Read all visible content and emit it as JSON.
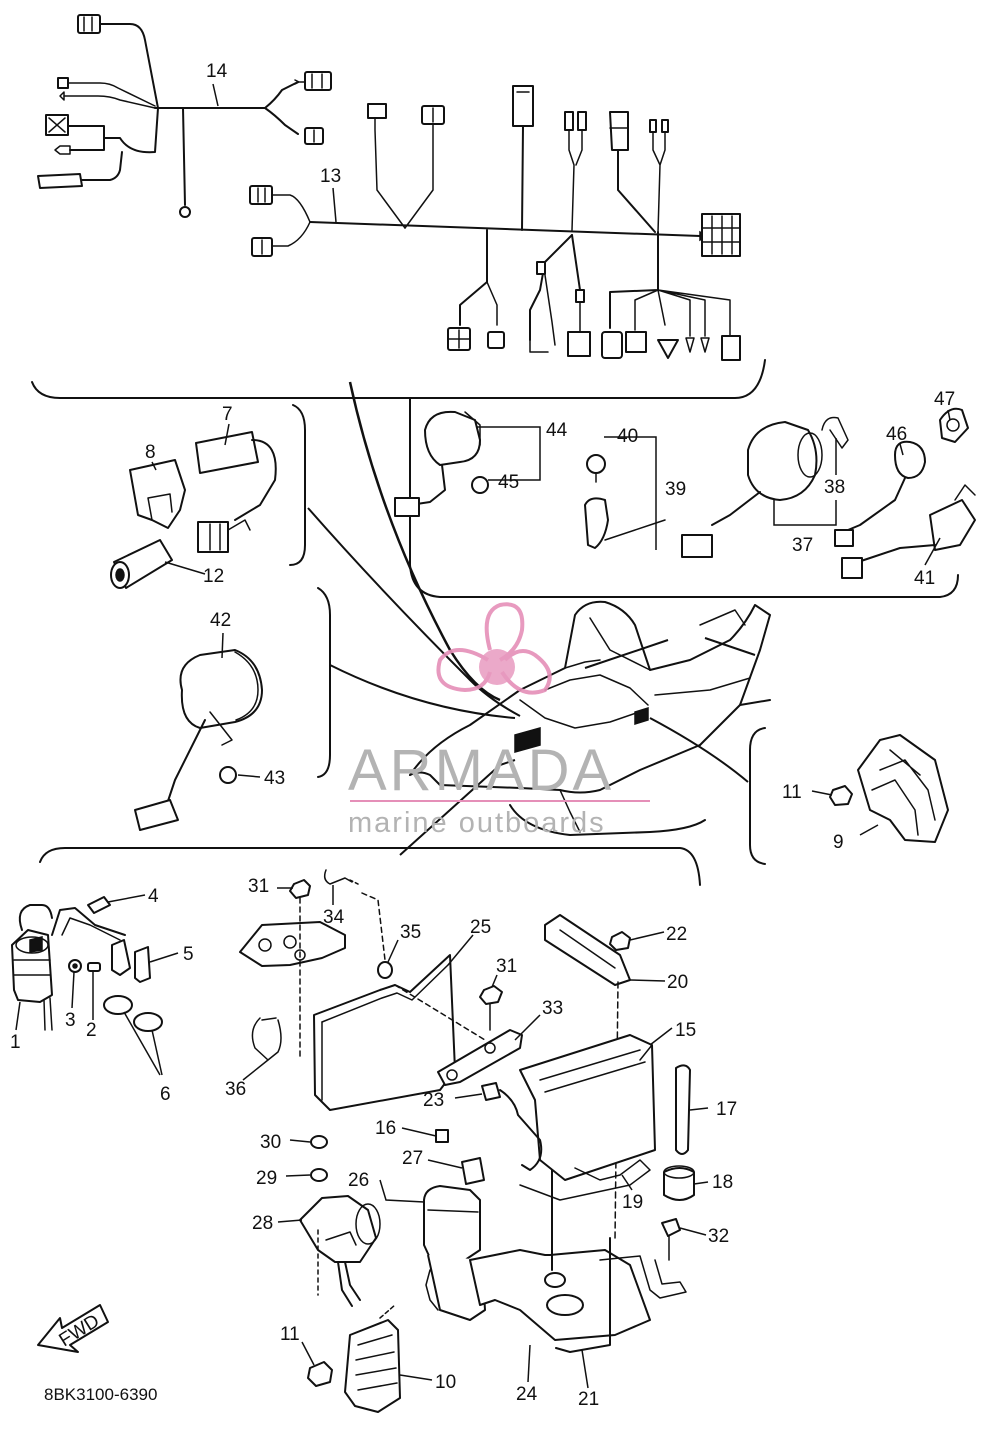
{
  "diagram_code": "8BK3100-6390",
  "fwd_label": "FWD",
  "watermark": {
    "brand": "ARMADA",
    "tagline": "marine outboards",
    "accent_color": "#e58fb8",
    "text_color": "#b3b3b3"
  },
  "callouts": [
    "1",
    "2",
    "3",
    "4",
    "5",
    "6",
    "7",
    "8",
    "9",
    "10",
    "11",
    "12",
    "13",
    "14",
    "15",
    "16",
    "17",
    "18",
    "19",
    "20",
    "21",
    "22",
    "23",
    "24",
    "25",
    "26",
    "27",
    "28",
    "29",
    "30",
    "31",
    "32",
    "33",
    "34",
    "35",
    "36",
    "37",
    "38",
    "39",
    "40",
    "41",
    "42",
    "43",
    "44",
    "45",
    "46",
    "47"
  ],
  "callouts_repeat": {
    "11": "11",
    "31": "31"
  }
}
